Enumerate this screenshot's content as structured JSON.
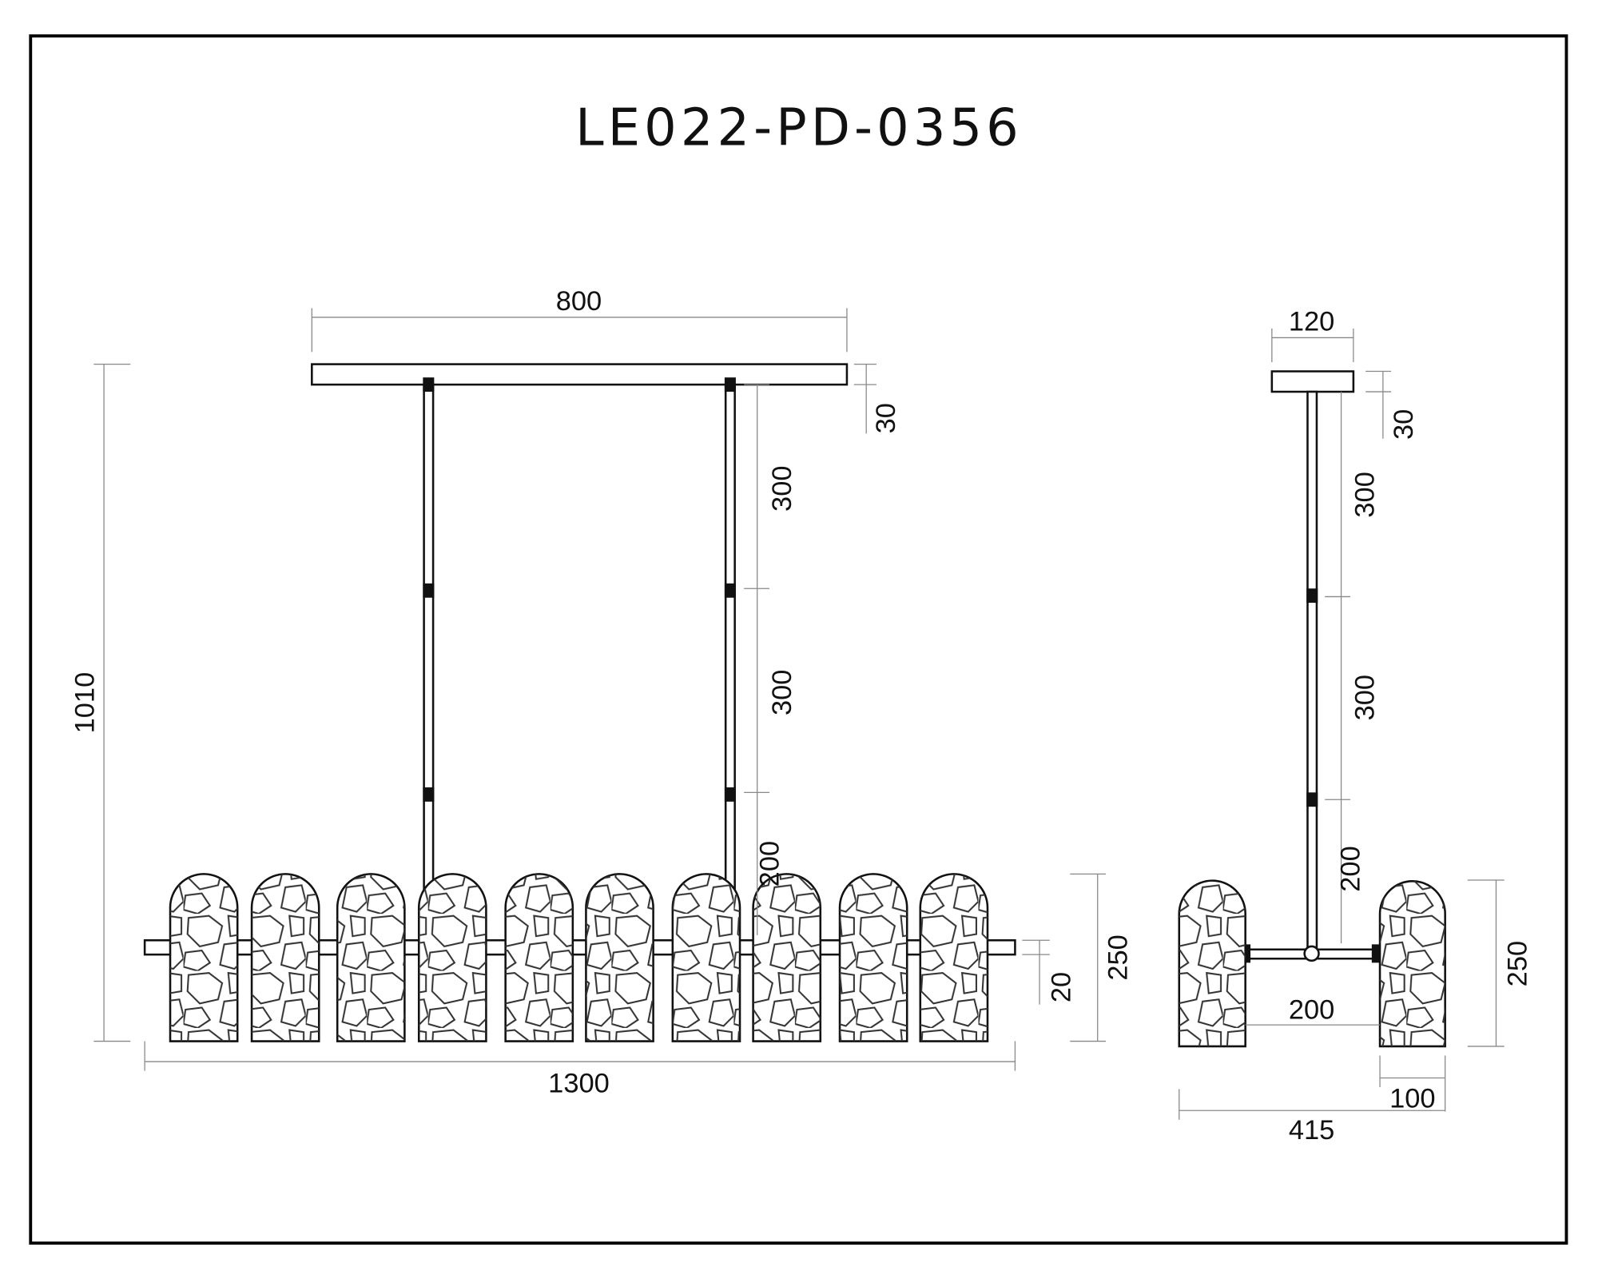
{
  "title": "LE022-PD-0356",
  "front_view": {
    "canopy_width": "800",
    "canopy_height": "30",
    "rod_segments": [
      "300",
      "300",
      "200"
    ],
    "total_height": "1010",
    "shade_height": "250",
    "bar_thickness": "20",
    "total_width": "1300",
    "shade_count": 10
  },
  "side_view": {
    "canopy_width": "120",
    "canopy_height": "30",
    "rod_segments": [
      "300",
      "300",
      "200"
    ],
    "shade_height": "250",
    "shade_gap": "200",
    "shade_width": "100",
    "total_depth": "415"
  }
}
